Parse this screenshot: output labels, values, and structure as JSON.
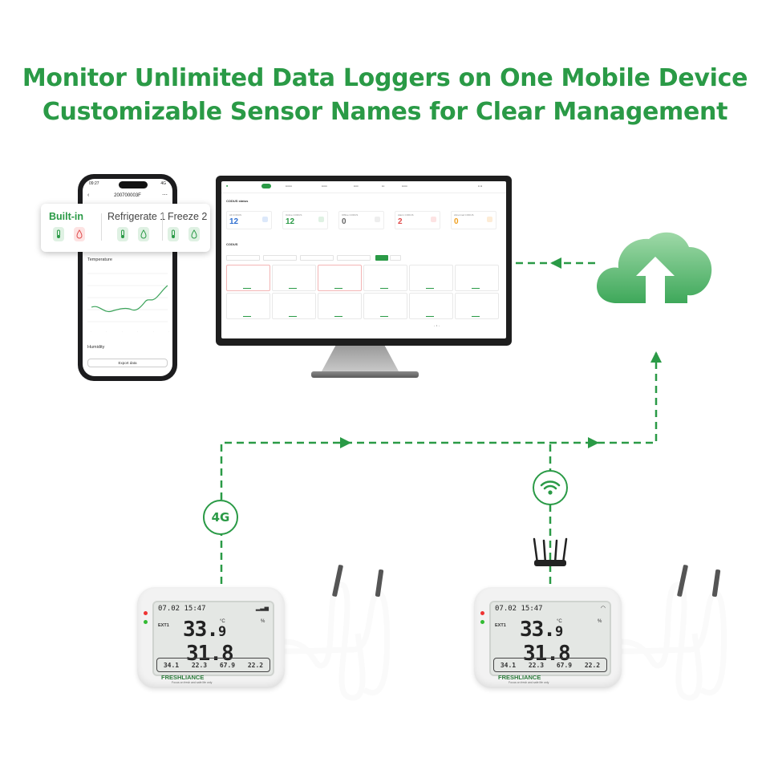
{
  "headline": {
    "line1": "Monitor Unlimited Data Loggers on One Mobile Device",
    "line2": "Customizable Sensor Names for Clear Management"
  },
  "colors": {
    "brand_green": "#2a9a46",
    "alert_red": "#e04b4b"
  },
  "phone": {
    "time": "09:27",
    "signal": "4G",
    "device_id": "200700003F",
    "section_temperature": "Temperature",
    "section_humidity": "Humidity",
    "export_label": "Export data"
  },
  "sensor_card": {
    "tabs": [
      "Built-in",
      "Refrigerate 1",
      "Freeze 2"
    ],
    "active_tab": "Built-in"
  },
  "dashboard": {
    "status_title": "CODUS status",
    "list_title": "CODUS",
    "stats": [
      {
        "label": "All CODUS",
        "value": "12",
        "color": "#2f6fd1"
      },
      {
        "label": "Online CODUS",
        "value": "12",
        "color": "#2a9a46"
      },
      {
        "label": "Offline CODUS",
        "value": "0",
        "color": "#666666"
      },
      {
        "label": "Alarm CODUS",
        "value": "2",
        "color": "#e04b4b"
      },
      {
        "label": "Abnormal CODUS",
        "value": "0",
        "color": "#f0a020"
      }
    ],
    "search_btn": "Search",
    "reset_btn": "Reset"
  },
  "transport": {
    "cellular": "4G",
    "wifi_icon": "wifi-icon"
  },
  "loggers": [
    {
      "date_time": "07.02 15:47",
      "channel": "EXT1",
      "temp_int": "33.",
      "temp_dec": "9",
      "hum": "31.8",
      "temp_unit": "°C",
      "hum_unit": "%",
      "bottom": [
        "34.1",
        "22.3",
        "67.9",
        "22.2"
      ],
      "brand": "FRESHLIANCE",
      "tagline": "Focus on fresh and safe life only"
    },
    {
      "date_time": "07.02 15:47",
      "channel": "EXT1",
      "temp_int": "33.",
      "temp_dec": "9",
      "hum": "31.8",
      "temp_unit": "°C",
      "hum_unit": "%",
      "bottom": [
        "34.1",
        "22.3",
        "67.9",
        "22.2"
      ],
      "brand": "FRESHLIANCE",
      "tagline": "Focus on fresh and safe life only"
    }
  ]
}
